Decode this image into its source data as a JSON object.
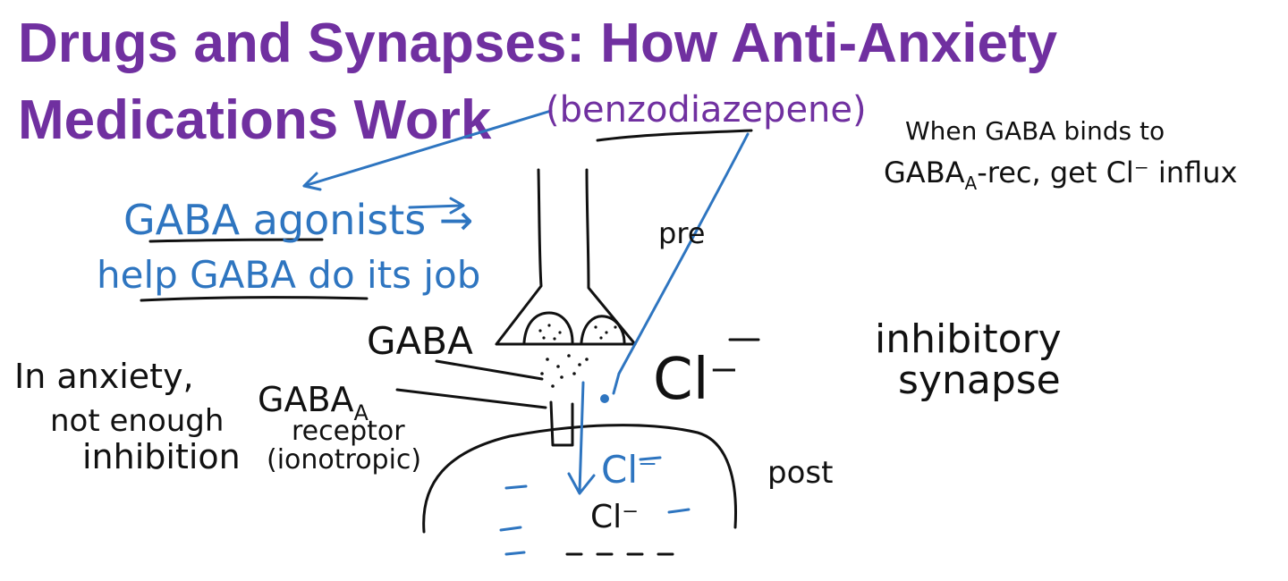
{
  "title": {
    "line1": "Drugs and Synapses: How Anti-Anxiety",
    "line2": "Medications Work"
  },
  "annotations": {
    "benzo": "(benzodiazepene)",
    "agonists_line1": "GABA agonists →",
    "agonists_line2": "help GABA do its job",
    "gaba_binds_line1": "When GABA binds to",
    "gaba_binds_line2_pre": "GABA",
    "gaba_binds_line2_sub": "A",
    "gaba_binds_line2_post": "-rec, get Cl⁻ influx",
    "pre": "pre",
    "post": "post",
    "gaba": "GABA",
    "cl_outside": "Cl⁻",
    "receptor_line1": "GABA",
    "receptor_sub": "A",
    "receptor_line2": "receptor",
    "receptor_line3": "(ionotropic)",
    "anxiety_line1": "In anxiety,",
    "anxiety_line2": "not enough",
    "anxiety_line3": "inhibition",
    "inhibitory_line1": "inhibitory",
    "inhibitory_line2": "synapse",
    "cl_inside_blue": "Cl⁻",
    "cl_inside_black": "Cl⁻"
  },
  "colors": {
    "title": "#7030a0",
    "ink_black": "#111111",
    "ink_blue": "#2e75c0",
    "ink_purple": "#7030a0"
  }
}
